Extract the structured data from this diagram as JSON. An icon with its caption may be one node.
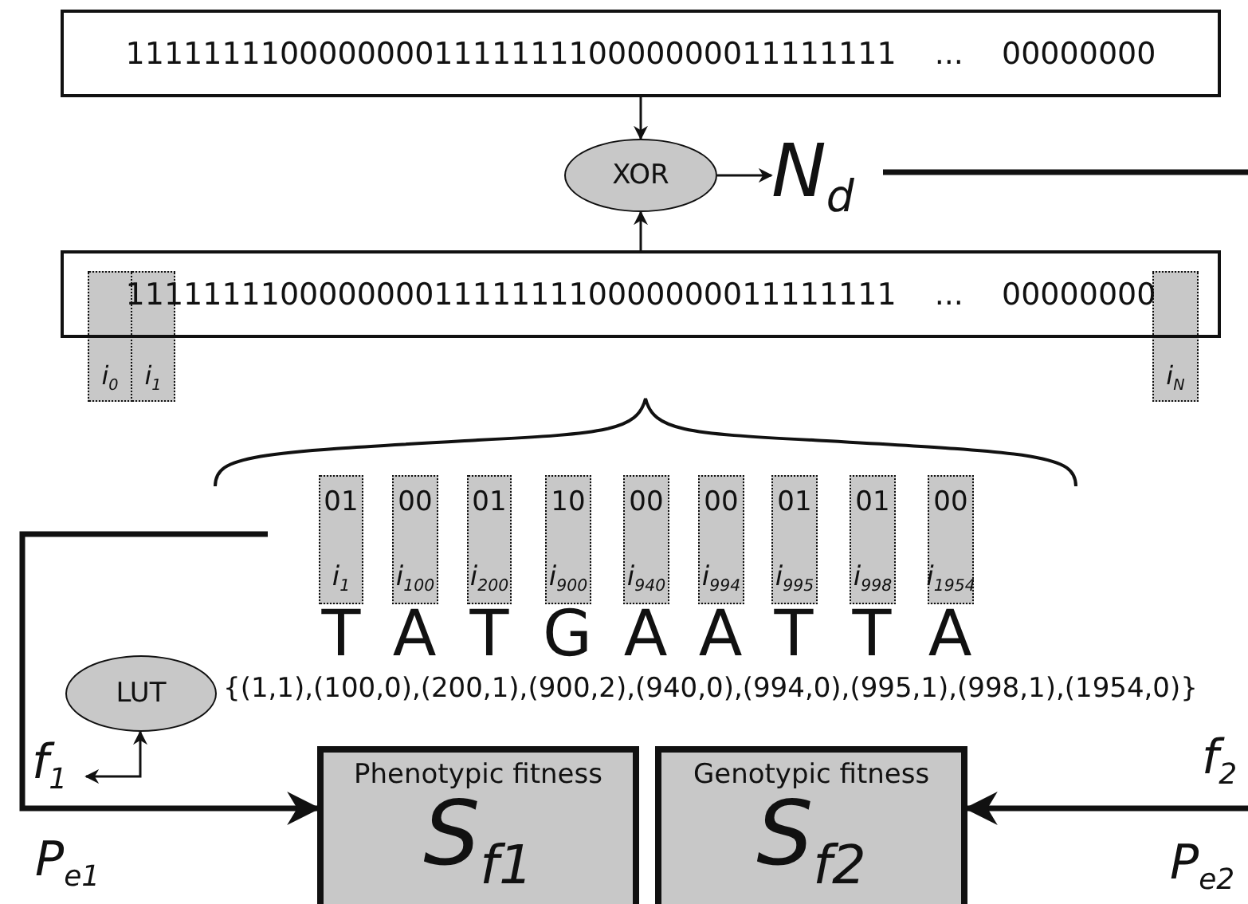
{
  "diagram": {
    "nodes": [
      {
        "text": [
          "1111111100000000111111110000000011111111 ... 00000000"
        ]
      },
      {
        "text": [
          "XOR"
        ]
      },
      {
        "text": [
          "N$_{d}$"
        ]
      },
      {
        "text": [
          "1111111100000000111111110000000011111111 ... 00000000"
        ]
      },
      {
        "text": [
          "i$_{0}$"
        ]
      },
      {
        "text": [
          "i$_{1}$"
        ]
      },
      {
        "text": [
          "i$_{N}$"
        ]
      },
      {
        "text": [
          "01",
          "i$_{1}$"
        ]
      },
      {
        "text": [
          "00",
          "i$_{100}$"
        ]
      },
      {
        "text": [
          "01",
          "i$_{200}$"
        ]
      },
      {
        "text": [
          "10",
          "i$_{900}$"
        ]
      },
      {
        "text": [
          "00",
          "i$_{940}$"
        ]
      },
      {
        "text": [
          "00",
          "i$_{994}$"
        ]
      },
      {
        "text": [
          "01",
          "i$_{995}$"
        ]
      },
      {
        "text": [
          "01",
          "i$_{998}$"
        ]
      },
      {
        "text": [
          "00",
          "i$_{1954}$"
        ]
      },
      {
        "text": [
          "LUT"
        ]
      },
      {
        "text": [
          "f$_{1}$"
        ]
      },
      {
        "text": [
          "Phenotypic fitness",
          "S$_{f1}$"
        ]
      },
      {
        "text": [
          "Genotypic fitness",
          "S$_{f2}$"
        ]
      }
    ],
    "edges": [
      {
        "from": 0,
        "to": 1,
        "arrow": "to"
      },
      {
        "from": 3,
        "to": 1,
        "arrow": "to"
      },
      {
        "from": 1,
        "to": 2,
        "arrow": "to"
      },
      {
        "from": 2,
        "to": null,
        "arrow": "none",
        "style": "thick"
      },
      {
        "from": null,
        "to": 18,
        "arrow": "to",
        "style": "thick"
      },
      {
        "from": null,
        "to": 19,
        "arrow": "to",
        "style": "thick"
      },
      {
        "from": 17,
        "to": 16,
        "arrow": "both"
      }
    ],
    "labels": [
      "T",
      "A",
      "T",
      "G",
      "A",
      "A",
      "T",
      "T",
      "A",
      "{(1,1),(100,0),(200,1),(900,2),(940,0),(994,0),(995,1),(998,1),(1954,0)}",
      "f$_{2}$",
      "P$_{e1}$",
      "P$_{e2}$"
    ]
  }
}
